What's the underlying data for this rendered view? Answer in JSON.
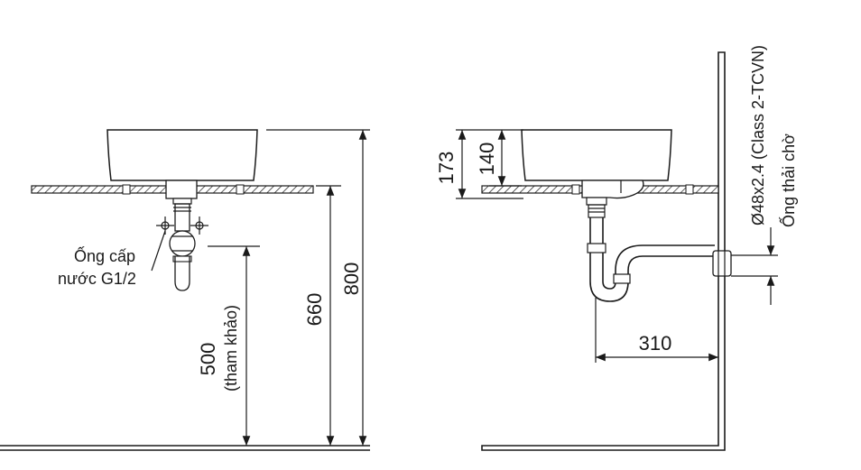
{
  "front_view": {
    "supply_label_line1": "Ống cấp",
    "supply_label_line2": "nước G1/2",
    "dim_800": "800",
    "dim_660": "660",
    "dim_500": "500",
    "dim_500_note": "(tham khảo)"
  },
  "side_view": {
    "dim_173": "173",
    "dim_140": "140",
    "dim_310": "310",
    "pipe_spec": "Ø48x2.4 (Class 2-TCVN)",
    "drain_label": "Ống thải chờ"
  }
}
